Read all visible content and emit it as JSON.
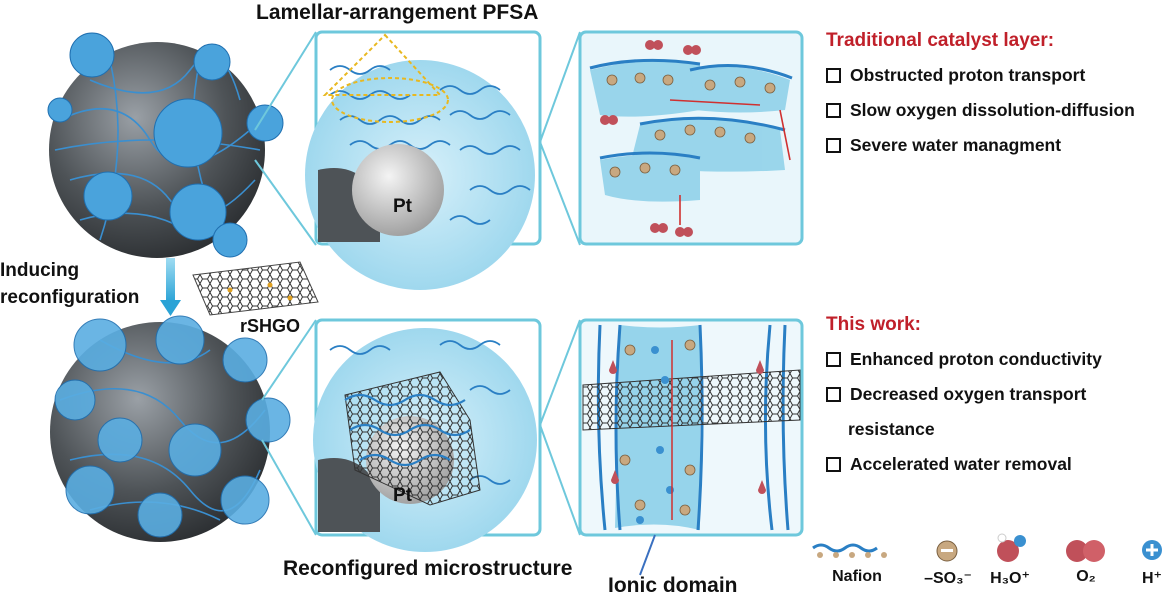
{
  "figure": {
    "top_title": "Lamellar-arrangement PFSA",
    "bottom_title": "Reconfigured microstructure",
    "pt_label_top": "Pt",
    "pt_label_bottom": "Pt",
    "inducing_line1": "Inducing",
    "inducing_line2": "reconfiguration",
    "rshgo_label": "rSHGO",
    "ionic_domain": "Ionic domain"
  },
  "traditional": {
    "title": "Traditional catalyst layer:",
    "items": [
      "Obstructed proton transport",
      "Slow oxygen dissolution-diffusion",
      "Severe water managment"
    ]
  },
  "this_work": {
    "title": "This work:",
    "items": [
      "Enhanced proton conductivity",
      "Decreased oxygen transport",
      "resistance",
      "Accelerated water removal"
    ]
  },
  "legend": {
    "nafion": "Nafion",
    "so3": "–SO₃⁻",
    "h3o": "H₃O⁺",
    "o2": "O₂",
    "h": "H⁺"
  },
  "colors": {
    "accent_red": "#c0202a",
    "nafion_blue": "#2a7fc4",
    "panel_border": "#6ec8dc",
    "water_blue": "#7fcbe6"
  }
}
